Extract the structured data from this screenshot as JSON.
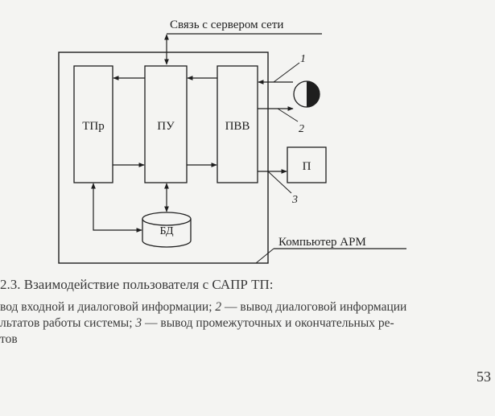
{
  "figure": {
    "server_label": "Связь с  сервером сети",
    "blocks": {
      "tpr": "ТПр",
      "pu": "ПУ",
      "pvv": "ПВВ",
      "printer": "П",
      "db": "БД"
    },
    "callouts": {
      "n1": "1",
      "n2": "2",
      "n3": "3"
    },
    "computer_label": "Компьютер АРМ"
  },
  "caption": {
    "title": "2.3. Взаимодействие пользователя с САПР ТП:",
    "line1_a": "вод входной и диалоговой информации; ",
    "line1_num": "2",
    "line1_b": " — вывод диалоговой информации",
    "line2_a": "льтатов работы системы; ",
    "line2_num": "3",
    "line2_b": " — вывод промежуточных и окончательных ре-",
    "line3": "тов"
  },
  "page_number": "53"
}
